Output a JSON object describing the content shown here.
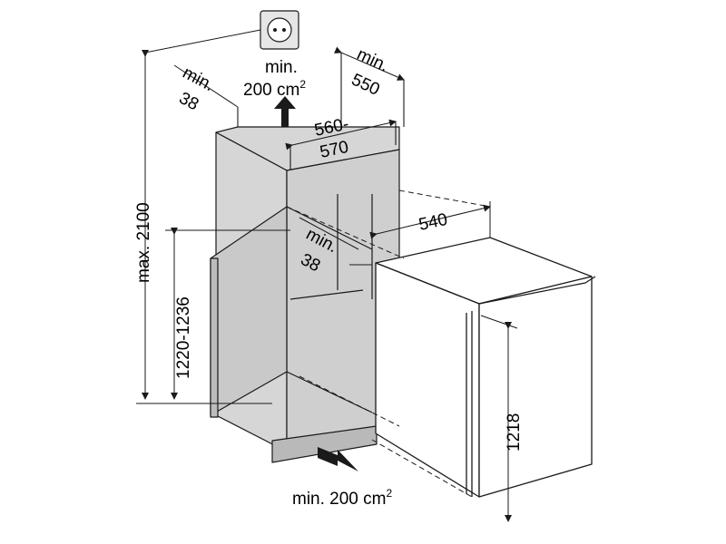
{
  "labels": {
    "vent_top_min": "min.",
    "vent_top_area": "200 cm",
    "vent_top_sup": "2",
    "back_gap_min": "min.",
    "back_gap_value": "38",
    "depth_min": "min.",
    "depth_value": "550",
    "width_range_top": "560-",
    "width_range_bottom": "570",
    "appliance_depth": "540",
    "inner_gap_min": "min.",
    "inner_gap_value": "38",
    "max_height": "max. 2100",
    "niche_height": "1220-1236",
    "appliance_height": "1218",
    "vent_bottom_area": "min. 200 cm",
    "vent_bottom_sup": "2"
  },
  "colors": {
    "cabinet_fill": "#d6d6d6",
    "cabinet_dark": "#b9b9b9",
    "line": "#1a1a1a",
    "appliance_fill": "#ffffff"
  },
  "icons": {
    "socket": "power-socket-icon"
  }
}
